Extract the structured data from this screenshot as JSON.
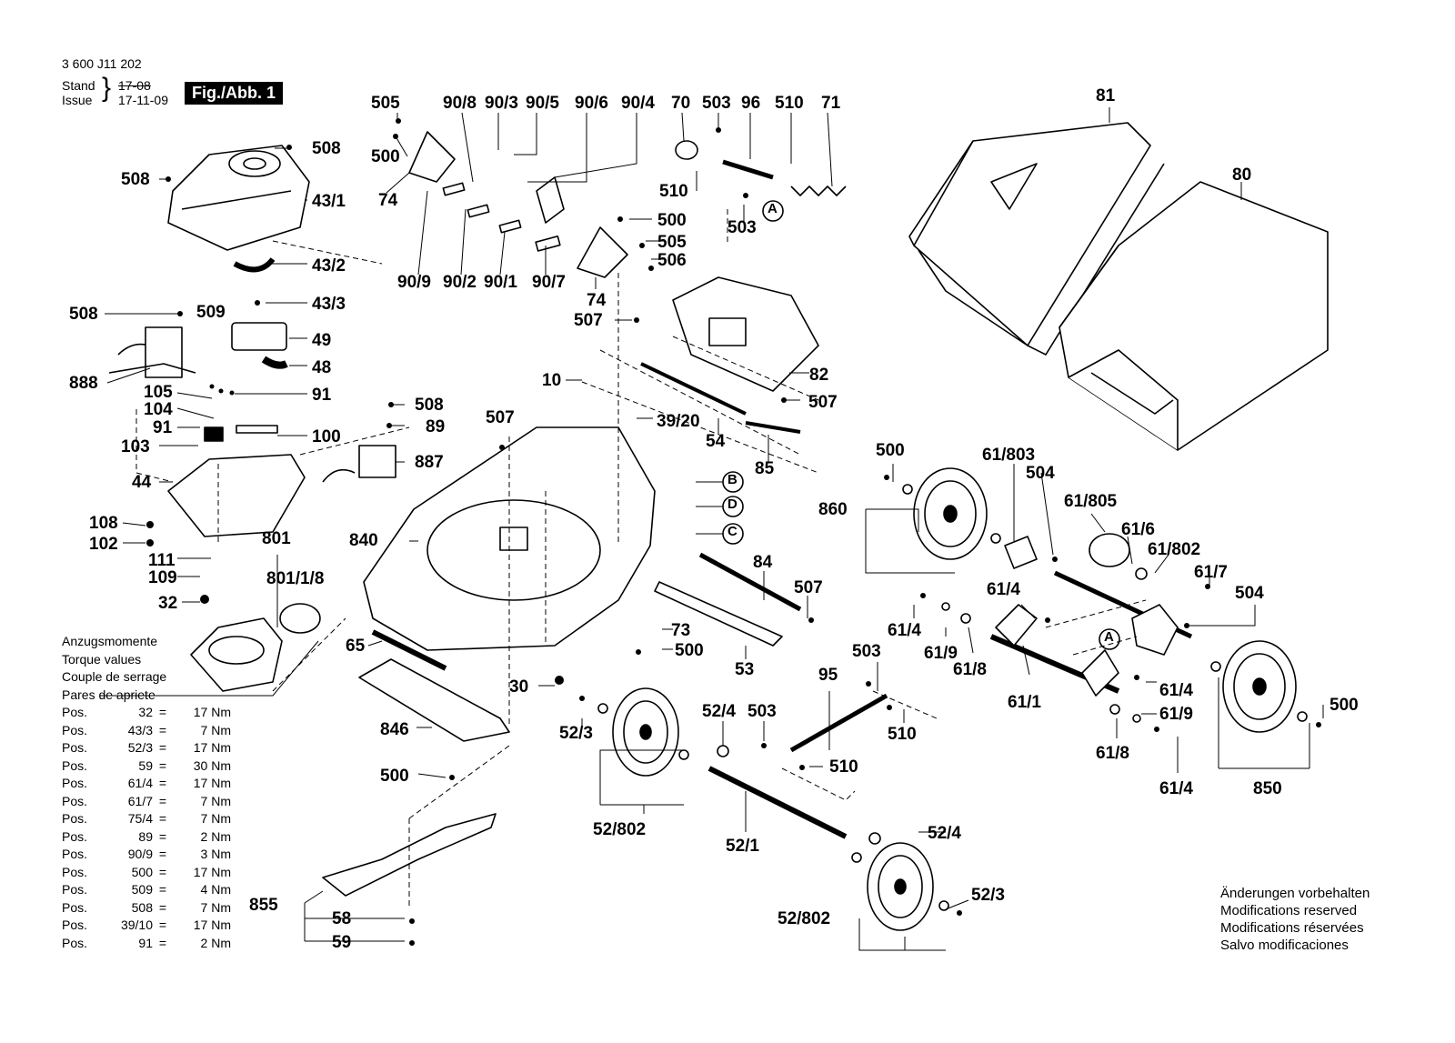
{
  "header": {
    "doc_number": "3 600 J11 202",
    "stand_label": "Stand",
    "issue_label": "Issue",
    "old_date": "17-08",
    "new_date": "17-11-09",
    "figure_badge": "Fig./Abb. 1"
  },
  "parts": {
    "p505a": "505",
    "p908": "90/8",
    "p903": "90/3",
    "p905": "90/5",
    "p906": "90/6",
    "p904": "90/4",
    "p70": "70",
    "p503a": "503",
    "p96": "96",
    "p510a": "510",
    "p71": "71",
    "p81": "81",
    "p80": "80",
    "p508a": "508",
    "p508b": "508",
    "p431": "43/1",
    "p500a": "500",
    "p74a": "74",
    "p510b": "510",
    "p503b": "503",
    "p500b": "500",
    "p505b": "505",
    "p506": "506",
    "p432": "43/2",
    "p909": "90/9",
    "p902": "90/2",
    "p901": "90/1",
    "p907": "90/7",
    "p74b": "74",
    "p433": "43/3",
    "p507a": "507",
    "p508c": "508",
    "p509": "509",
    "p49": "49",
    "p48": "48",
    "p888": "888",
    "p10": "10",
    "p82": "82",
    "p507b": "507",
    "p105": "105",
    "p91a": "91",
    "p104": "104",
    "p508d": "508",
    "p89": "89",
    "p3920": "39/20",
    "p91b": "91",
    "p100": "100",
    "p507c": "507",
    "p54": "54",
    "p103": "103",
    "p887": "887",
    "p85": "85",
    "p500c": "500",
    "p61803": "61/803",
    "p504a": "504",
    "p44": "44",
    "p61805": "61/805",
    "p860": "860",
    "p616": "61/6",
    "p108": "108",
    "p840": "840",
    "p801": "801",
    "p61802": "61/802",
    "p102": "102",
    "p84": "84",
    "p617": "61/7",
    "p111": "111",
    "p8011": "801/1/8",
    "p109": "109",
    "p507d": "507",
    "p614a": "61/4",
    "p504b": "504",
    "p32": "32",
    "p614b": "61/4",
    "p73": "73",
    "p65": "65",
    "p500d": "500",
    "p619a": "61/9",
    "p503c": "503",
    "p618a": "61/8",
    "p53": "53",
    "p95": "95",
    "p611": "61/1",
    "p614c": "61/4",
    "p30": "30",
    "p500e": "500",
    "p524a": "52/4",
    "p503d": "503",
    "p619b": "61/9",
    "p846": "846",
    "p523a": "52/3",
    "p510c": "510",
    "p618b": "61/8",
    "p510d": "510",
    "p500f": "500",
    "p614d": "61/4",
    "p850": "850",
    "p52802a": "52/802",
    "p521": "52/1",
    "p524b": "52/4",
    "p523b": "52/3",
    "p855": "855",
    "p58": "58",
    "p52802b": "52/802",
    "p59": "59",
    "refA1": "A",
    "refA2": "A",
    "refB": "B",
    "refD": "D",
    "refC": "C"
  },
  "torque": {
    "titles": [
      "Anzugsmomente",
      "Torque values",
      "Couple de serrage",
      "Pares de apriete"
    ],
    "rows": [
      {
        "label": "Pos.",
        "pos": "32",
        "value": "17 Nm"
      },
      {
        "label": "Pos.",
        "pos": "43/3",
        "value": "7 Nm"
      },
      {
        "label": "Pos.",
        "pos": "52/3",
        "value": "17 Nm"
      },
      {
        "label": "Pos.",
        "pos": "59",
        "value": "30 Nm"
      },
      {
        "label": "Pos.",
        "pos": "61/4",
        "value": "17 Nm"
      },
      {
        "label": "Pos.",
        "pos": "61/7",
        "value": "7 Nm"
      },
      {
        "label": "Pos.",
        "pos": "75/4",
        "value": "7 Nm"
      },
      {
        "label": "Pos.",
        "pos": "89",
        "value": "2 Nm"
      },
      {
        "label": "Pos.",
        "pos": "90/9",
        "value": "3 Nm"
      },
      {
        "label": "Pos.",
        "pos": "500",
        "value": "17 Nm"
      },
      {
        "label": "Pos.",
        "pos": "509",
        "value": "4 Nm"
      },
      {
        "label": "Pos.",
        "pos": "508",
        "value": "7 Nm"
      },
      {
        "label": "Pos.",
        "pos": "39/10",
        "value": "17 Nm"
      },
      {
        "label": "Pos.",
        "pos": "91",
        "value": "2 Nm"
      }
    ]
  },
  "notes": [
    "Änderungen vorbehalten",
    "Modifications reserved",
    "Modifications réservées",
    "Salvo modificaciones"
  ]
}
